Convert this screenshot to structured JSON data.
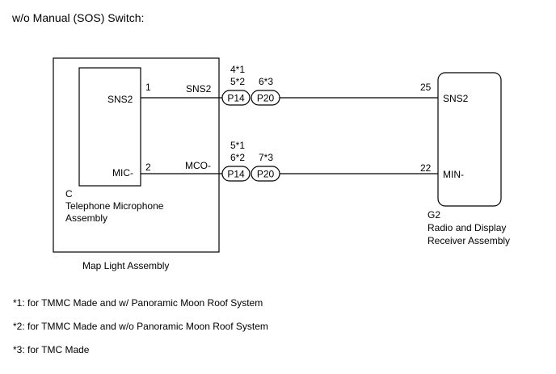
{
  "title": "w/o Manual (SOS) Switch:",
  "map_light": {
    "label": "Map Light Assembly"
  },
  "microphone": {
    "code": "C",
    "name_line1": "Telephone Microphone",
    "name_line2": "Assembly",
    "pins": [
      {
        "number": "1",
        "name": "SNS2"
      },
      {
        "number": "2",
        "name": "MIC-"
      }
    ]
  },
  "wires": [
    {
      "signal": "SNS2",
      "p14_notes": [
        "4*1",
        "5*2"
      ],
      "p20_note": "6*3",
      "p14_label": "P14",
      "p20_label": "P20",
      "receiver_pin": "25"
    },
    {
      "signal": "MCO-",
      "p14_notes": [
        "5*1",
        "6*2"
      ],
      "p20_note": "7*3",
      "p14_label": "P14",
      "p20_label": "P20",
      "receiver_pin": "22"
    }
  ],
  "receiver": {
    "code": "G2",
    "name_line1": "Radio and Display",
    "name_line2": "Receiver Assembly",
    "pins": [
      {
        "name": "SNS2"
      },
      {
        "name": "MIN-"
      }
    ]
  },
  "notes": [
    "*1: for TMMC Made and w/ Panoramic Moon Roof System",
    "*2: for TMMC Made and w/o Panoramic Moon Roof System",
    "*3: for TMC Made"
  ]
}
